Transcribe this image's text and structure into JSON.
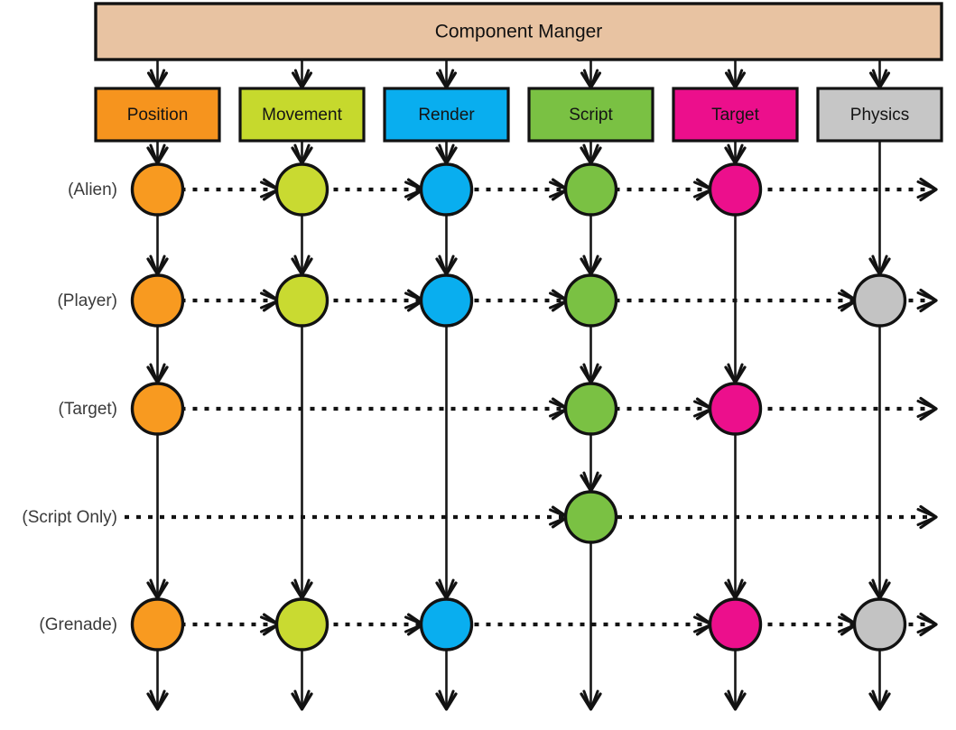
{
  "diagram": {
    "title": "Component Manger",
    "manager": {
      "label": "Component Manger",
      "fill": "#e8c3a2",
      "stroke": "#121212"
    },
    "columns": [
      {
        "id": "position",
        "label": "Position",
        "fill": "#f6941e",
        "node_fill": "#f89a20"
      },
      {
        "id": "movement",
        "label": "Movement",
        "fill": "#c6d92d",
        "node_fill": "#c9da31"
      },
      {
        "id": "render",
        "label": "Render",
        "fill": "#09aeef",
        "node_fill": "#09aeef"
      },
      {
        "id": "script",
        "label": "Script",
        "fill": "#7ac143",
        "node_fill": "#7ac143"
      },
      {
        "id": "target",
        "label": "Target",
        "fill": "#ec0f8c",
        "node_fill": "#ec0f8c"
      },
      {
        "id": "physics",
        "label": "Physics",
        "fill": "#c6c6c6",
        "node_fill": "#c3c3c3"
      }
    ],
    "rows": [
      {
        "id": "alien",
        "label": "(Alien)",
        "nodes": [
          true,
          true,
          true,
          true,
          true,
          false
        ]
      },
      {
        "id": "player",
        "label": "(Player)",
        "nodes": [
          true,
          true,
          true,
          true,
          false,
          true
        ]
      },
      {
        "id": "target",
        "label": "(Target)",
        "nodes": [
          true,
          false,
          false,
          true,
          true,
          false
        ]
      },
      {
        "id": "script-only",
        "label": "(Script Only)",
        "nodes": [
          false,
          false,
          false,
          true,
          false,
          false
        ]
      },
      {
        "id": "grenade",
        "label": "(Grenade)",
        "nodes": [
          true,
          true,
          true,
          false,
          true,
          true
        ]
      }
    ],
    "colors": {
      "background": "#ffffff",
      "line": "#131313",
      "manager_fill": "#e8c3a2"
    }
  }
}
